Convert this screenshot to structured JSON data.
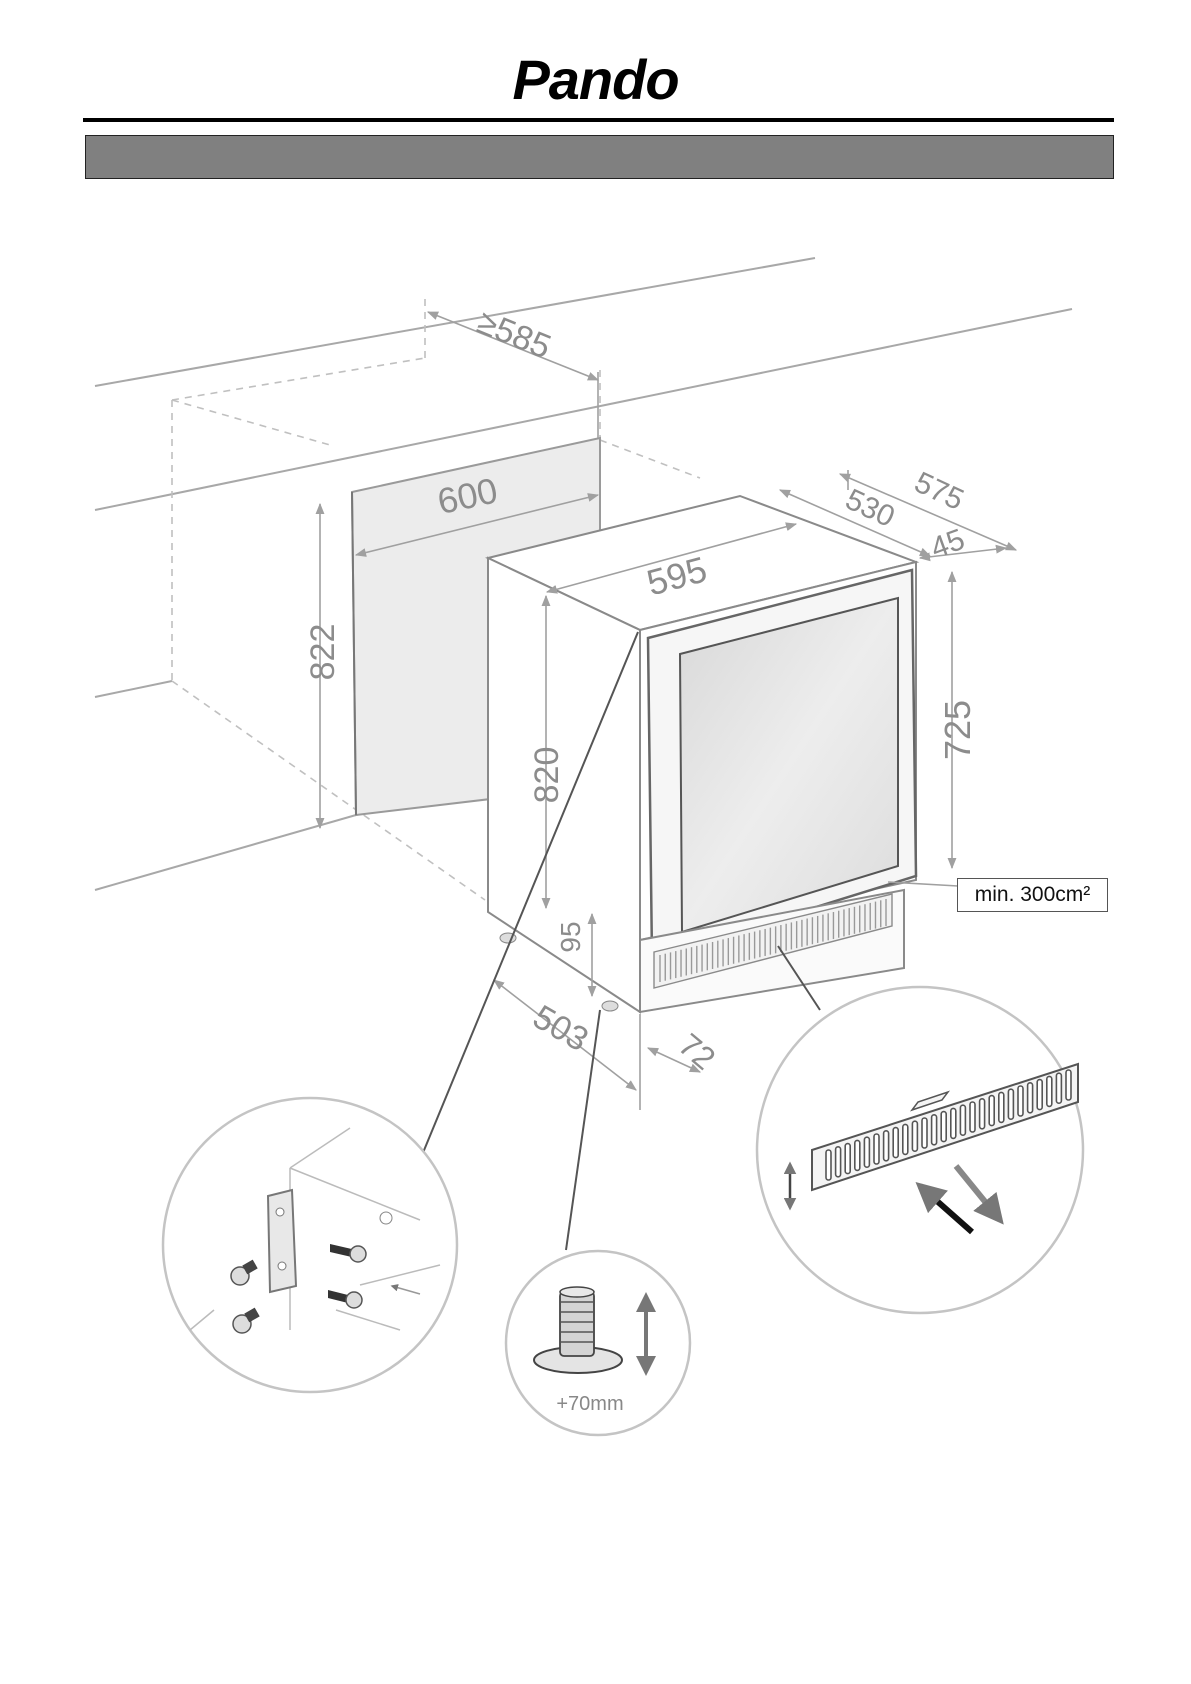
{
  "brand": "Pando",
  "header_bar": {
    "text": "",
    "color": "#808080"
  },
  "dimensions": {
    "min_depth": "≥585",
    "niche_width": "600",
    "niche_height": "822",
    "width": "595",
    "height": "820",
    "total_depth": "575",
    "body_depth": "530",
    "door_depth": "45",
    "door_height": "725",
    "plinth_height": "95",
    "feet_depth": "503",
    "plinth_offset": "72"
  },
  "vent_label": "min. 300cm²",
  "foot_adjust_label": "+70mm",
  "icons": [
    "screw-icon",
    "hinge-bracket-icon",
    "adjustable-foot-icon",
    "double-arrow-icon",
    "vent-grille-icon"
  ],
  "colors": {
    "line": "#9a9a9a",
    "dimension_text": "#8c8c8c",
    "panel_fill": "#ececec",
    "glass": "#e2e2e2"
  }
}
